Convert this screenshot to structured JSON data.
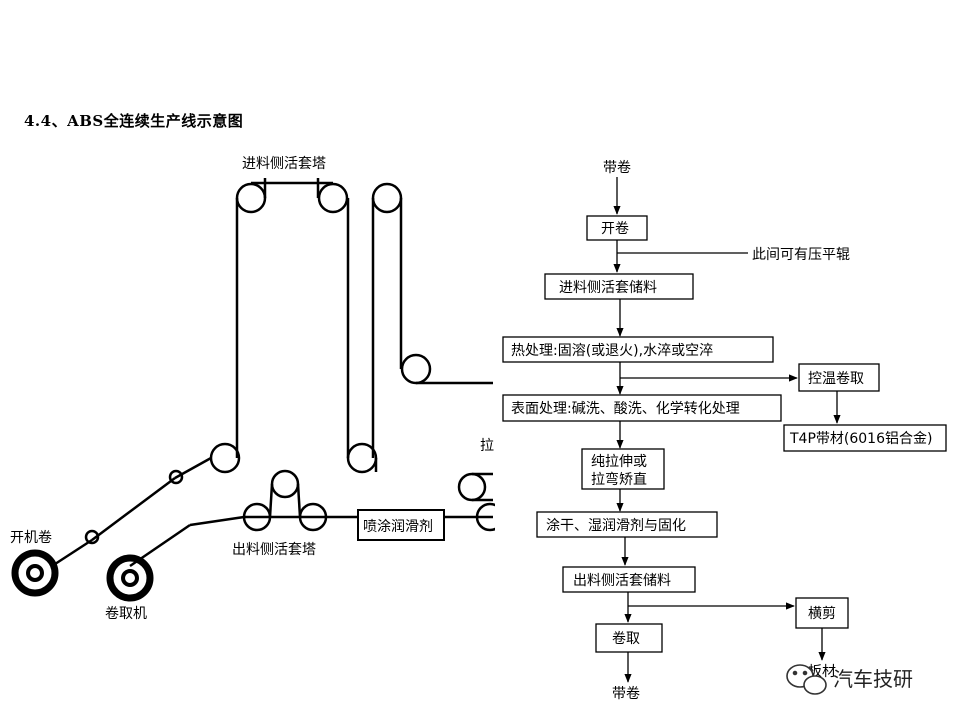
{
  "page": {
    "title": "4.4、ABS全连续生产线示意图"
  },
  "line_schematic": {
    "labels": {
      "entry_tower": "进料侧活套塔",
      "uncoiler": "开机卷",
      "recoiler": "卷取机",
      "exit_tower": "出料侧活套塔",
      "lubricant_spray": "喷涂润滑剂",
      "partial_label": "拉"
    }
  },
  "flowchart": {
    "start": "带卷",
    "uncoil": "开卷",
    "side_note": "此间可有压平辊",
    "entry_loop": "进料侧活套储料",
    "heat_treatment": "热处理:固溶(或退火),水淬或空淬",
    "temp_coil": "控温卷取",
    "t4p": "T4P带材(6016铝合金)",
    "surface_treatment": "表面处理:碱洗、酸洗、化学转化处理",
    "tension_level_1": "纯拉伸或",
    "tension_level_2": "拉弯矫直",
    "coat_cure": "涂干、湿润滑剂与固化",
    "exit_loop": "出料侧活套储料",
    "cross_cut": "横剪",
    "recoil": "卷取",
    "end": "带卷",
    "sheet_partial": "板材"
  },
  "watermark": {
    "text": "汽车技研"
  }
}
